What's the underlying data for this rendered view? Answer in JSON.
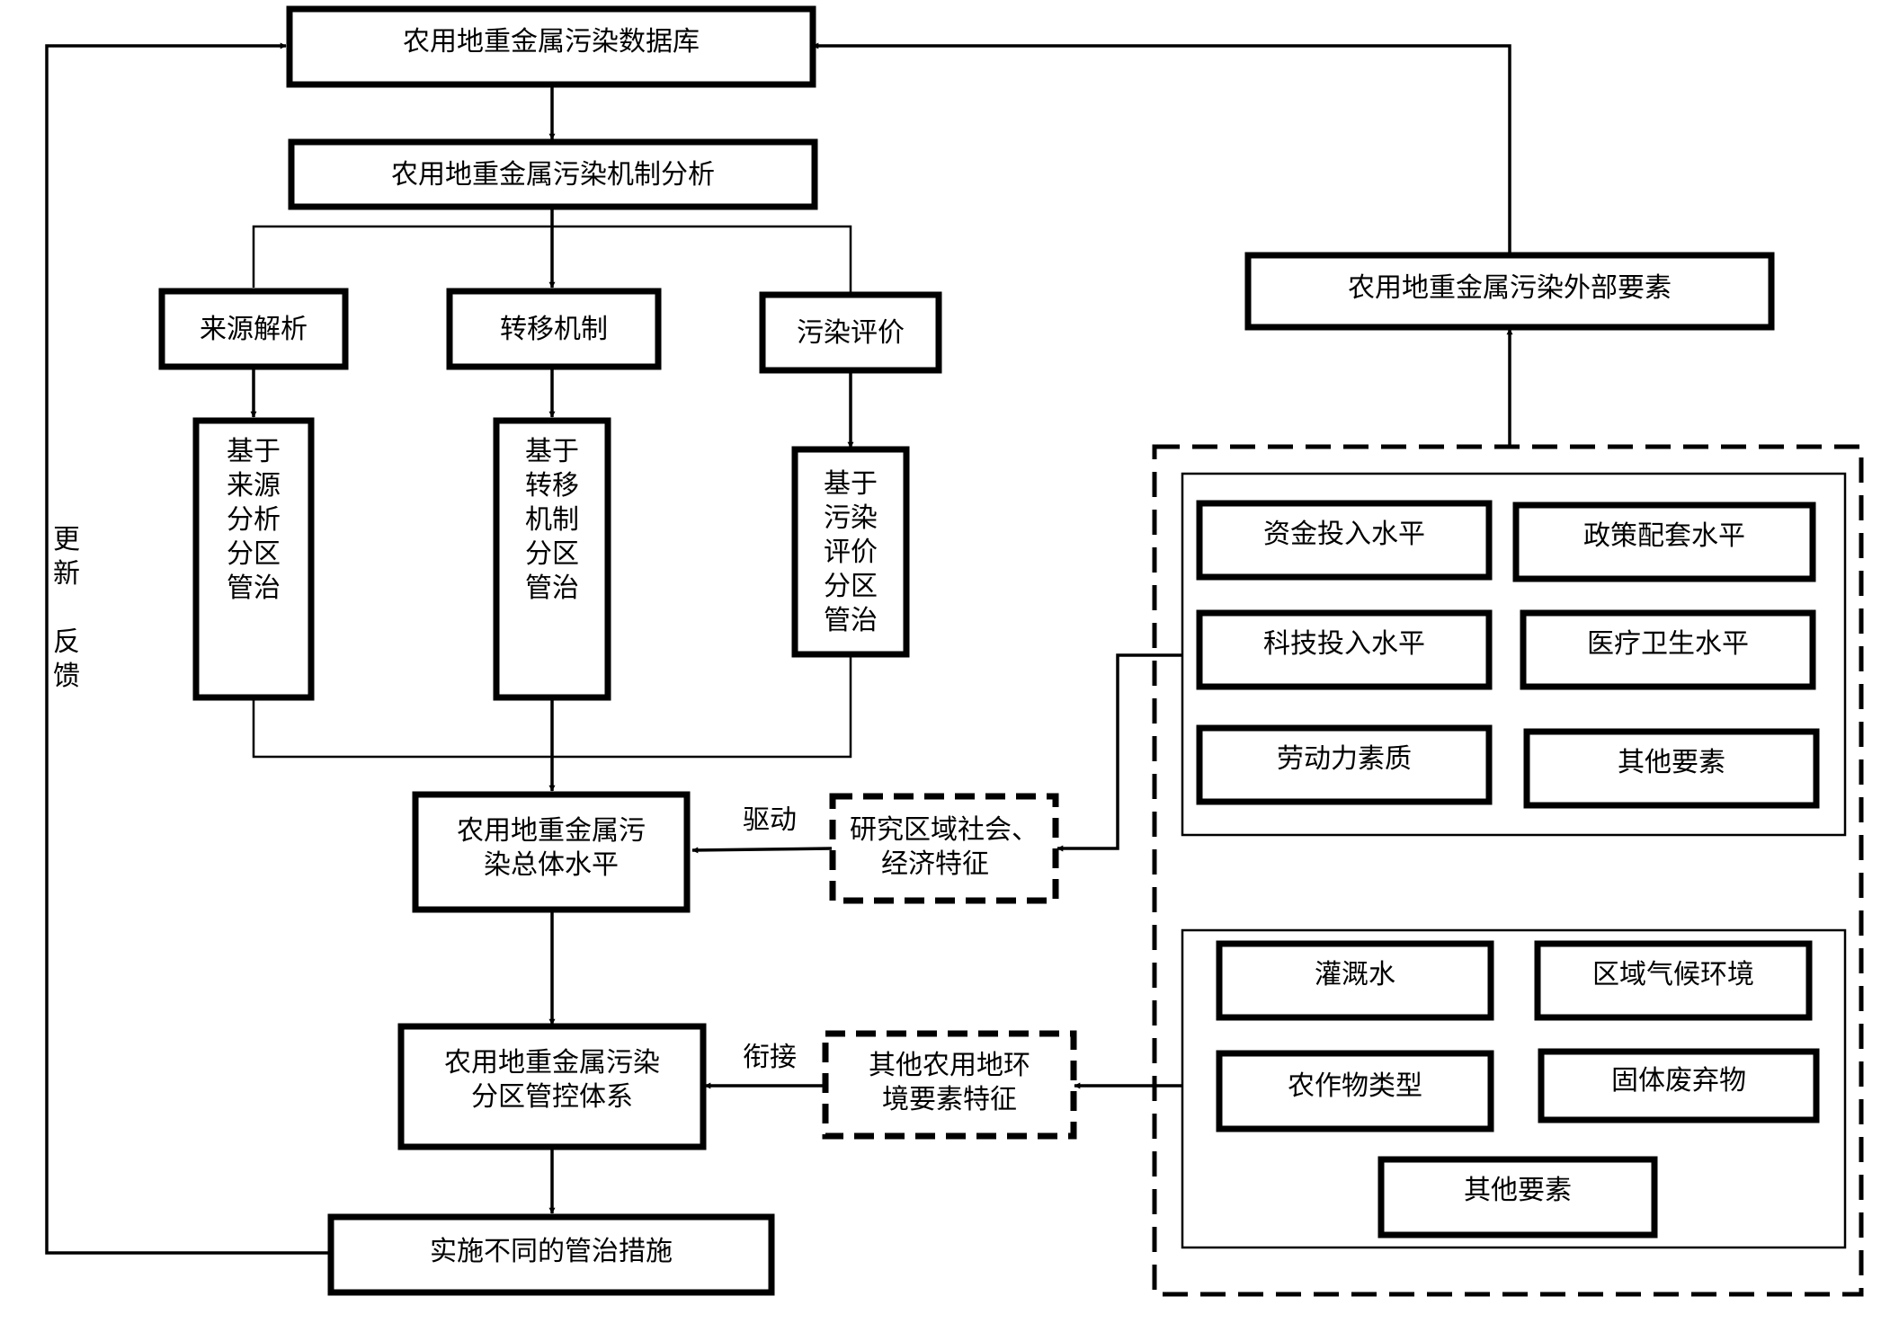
{
  "nodes": {
    "database": "农用地重金属污染数据库",
    "mechanism": "农用地重金属污染机制分析",
    "source": "来源解析",
    "transfer": "转移机制",
    "evaluation": "污染评价",
    "zone_source": [
      "基于",
      "来源",
      "分析",
      "分区",
      "管治"
    ],
    "zone_transfer": [
      "基于",
      "转移",
      "机制",
      "分区",
      "管治"
    ],
    "zone_eval": [
      "基于",
      "污染",
      "评价",
      "分区",
      "管治"
    ],
    "overall": [
      "农用地重金属污",
      "染总体水平"
    ],
    "system": [
      "农用地重金属污染",
      "分区管控体系"
    ],
    "measures": "实施不同的管治措施",
    "external": "农用地重金属污染外部要素",
    "socio": [
      "研究区域社会、",
      "经济特征"
    ],
    "envir": [
      "其他农用地环",
      "境要素特征"
    ]
  },
  "socio_factors": {
    "capital": "资金投入水平",
    "policy": "政策配套水平",
    "tech": "科技投入水平",
    "medical": "医疗卫生水平",
    "labor": "劳动力素质",
    "other": "其他要素"
  },
  "env_factors": {
    "irrigation": "灌溉水",
    "climate": "区域气候环境",
    "crop": "农作物类型",
    "waste": "固体废弃物",
    "other": "其他要素"
  },
  "edge_labels": {
    "drive": "驱动",
    "link": "衔接",
    "feedback": [
      "更",
      "新",
      "反",
      "馈"
    ]
  }
}
